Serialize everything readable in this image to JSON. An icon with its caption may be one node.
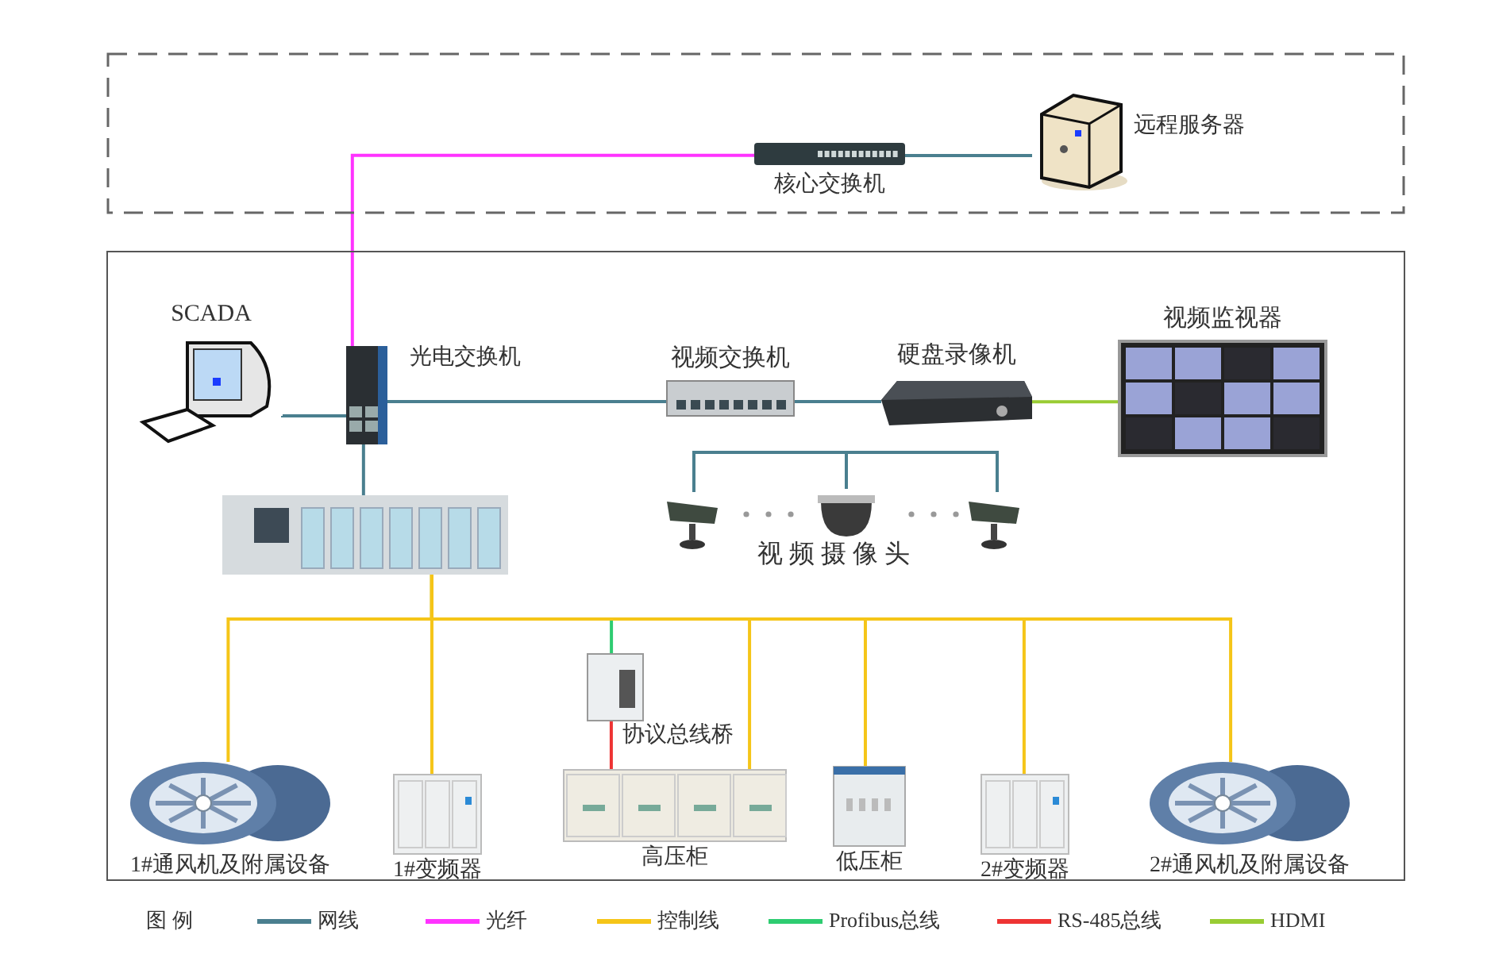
{
  "diagram": {
    "nodes": [
      {
        "text": [],
        "shape": "box"
      },
      {
        "text": [
          "核心交换机"
        ],
        "in": 0
      },
      {
        "text": [
          "远程服务器"
        ],
        "in": 0
      },
      {
        "text": [],
        "shape": "box"
      },
      {
        "text": [
          "SCADA"
        ],
        "in": 3
      },
      {
        "text": [
          "光电交换机"
        ],
        "in": 3
      },
      {
        "text": [],
        "shape": "picture",
        "in": 3
      },
      {
        "text": [
          "视频交换机"
        ],
        "in": 3
      },
      {
        "text": [
          "硬盘录像机"
        ],
        "in": 3
      },
      {
        "text": [
          "视频监视器"
        ],
        "in": 3
      },
      {
        "text": [],
        "shape": "picture",
        "in": 3
      },
      {
        "text": [],
        "shape": "picture",
        "in": 3
      },
      {
        "text": [],
        "shape": "picture",
        "in": 3
      },
      {
        "text": [
          "协议总线桥"
        ],
        "in": 3
      },
      {
        "text": [
          "1#通风机及附属设备"
        ],
        "in": 3
      },
      {
        "text": [
          "1#变频器"
        ],
        "in": 3
      },
      {
        "text": [
          "高压柜"
        ],
        "in": 3
      },
      {
        "text": [
          "低压柜"
        ],
        "in": 3
      },
      {
        "text": [
          "2#变频器"
        ],
        "in": 3
      },
      {
        "text": [
          "2#通风机及附属设备"
        ],
        "in": 3
      }
    ],
    "edges": [
      {
        "from": 5,
        "to": 1,
        "arrow": "none",
        "color": "#ff33ff"
      },
      {
        "from": 1,
        "to": 2,
        "arrow": "none"
      },
      {
        "from": 4,
        "to": 5,
        "arrow": "none"
      },
      {
        "from": 5,
        "to": 6,
        "arrow": "none"
      },
      {
        "from": 5,
        "to": 7,
        "arrow": "none"
      },
      {
        "from": 7,
        "to": 8,
        "arrow": "none"
      },
      {
        "from": 8,
        "to": 9,
        "arrow": "none",
        "color": "#99cc33"
      },
      {
        "from": 10,
        "to": 11,
        "arrow": "none"
      },
      {
        "from": 11,
        "to": 12,
        "arrow": "none"
      },
      {
        "from": 6,
        "to": 13,
        "arrow": "none",
        "color": "#2ecc71"
      },
      {
        "from": 13,
        "to": 16,
        "arrow": "none",
        "color": "#ee3333"
      },
      {
        "from": 6,
        "to": 14,
        "arrow": "none",
        "color": "#f5c518"
      },
      {
        "from": 6,
        "to": 15,
        "arrow": "none",
        "color": "#f5c518"
      },
      {
        "from": 6,
        "to": 16,
        "arrow": "none",
        "color": "#f5c518"
      },
      {
        "from": 6,
        "to": 17,
        "arrow": "none",
        "color": "#f5c518"
      },
      {
        "from": 6,
        "to": 18,
        "arrow": "none",
        "color": "#f5c518"
      },
      {
        "from": 6,
        "to": 19,
        "arrow": "none",
        "color": "#f5c518"
      }
    ],
    "labels": [
      "视 频 摄 像 头",
      "图 例"
    ],
    "legend": [
      {
        "text": "网线",
        "color": "#4a7f8f"
      },
      {
        "text": "光纤",
        "color": "#ff33ff"
      },
      {
        "text": "控制线",
        "color": "#f5c518"
      },
      {
        "text": "Profibus总线",
        "color": "#2ecc71"
      },
      {
        "text": "RS-485总线",
        "color": "#ee3333"
      },
      {
        "text": "HDMI",
        "color": "#99cc33"
      }
    ]
  }
}
